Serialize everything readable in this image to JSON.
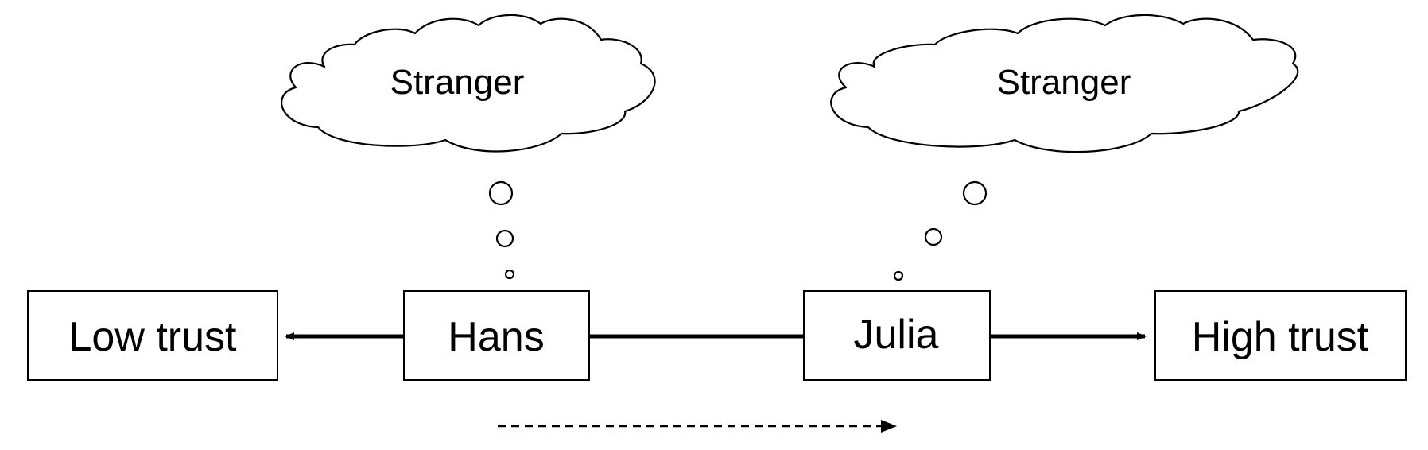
{
  "nodes": {
    "low_trust": "Low trust",
    "hans": "Hans",
    "julia": "Julia",
    "high_trust": "High trust"
  },
  "thoughts": {
    "hans": "Stranger",
    "julia": "Stranger"
  },
  "colors": {
    "julia_text": "#b5651d",
    "stroke": "#000000",
    "text": "#000000"
  }
}
